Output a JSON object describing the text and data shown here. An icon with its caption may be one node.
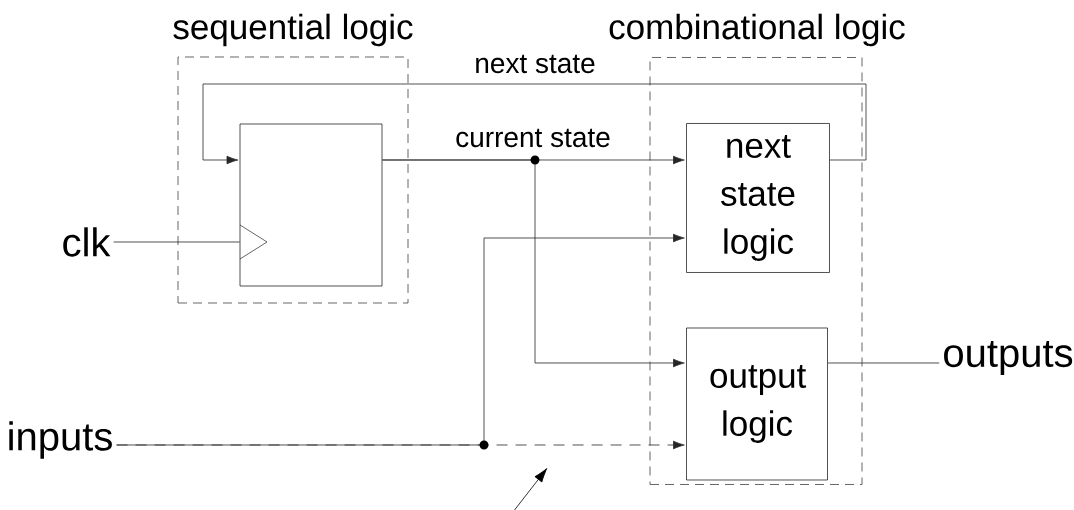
{
  "diagram": {
    "nodes": [
      {
        "text": [
          "sequential logic"
        ]
      },
      {
        "text": [],
        "shape": "box",
        "in": 0
      },
      {
        "text": [
          "combinational logic"
        ]
      },
      {
        "text": [
          "next state logic"
        ],
        "in": 2
      },
      {
        "text": [
          "output logic"
        ],
        "in": 2
      },
      {
        "text": [
          "clk"
        ]
      },
      {
        "text": [
          "inputs"
        ]
      },
      {
        "text": [
          "outputs"
        ]
      }
    ],
    "edges": [
      {
        "from": 5,
        "to": 1,
        "arrow": "none"
      },
      {
        "from": 1,
        "to": 3,
        "arrow": "to",
        "label": "current state"
      },
      {
        "from": 1,
        "to": 4,
        "arrow": "to"
      },
      {
        "from": 3,
        "to": 1,
        "arrow": "to",
        "label": "next state"
      },
      {
        "from": 6,
        "to": 3,
        "arrow": "to"
      },
      {
        "from": 6,
        "to": 4,
        "arrow": "to",
        "style": "dashed"
      },
      {
        "from": 4,
        "to": 7,
        "arrow": "none"
      }
    ]
  }
}
